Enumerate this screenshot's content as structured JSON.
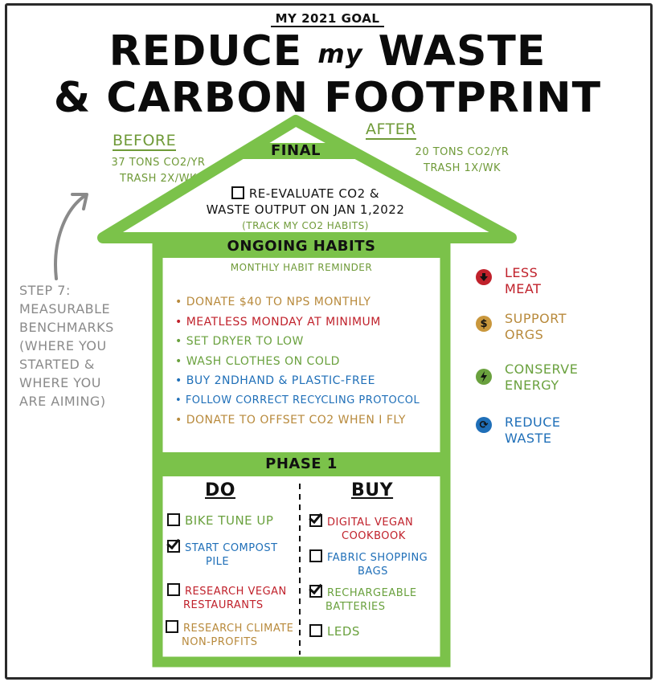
{
  "header": {
    "eyebrow": "MY 2021 GOAL",
    "title_part1": "REDUCE",
    "title_my": "my",
    "title_part2": "WASTE",
    "title_line2": "& CARBON FOOTPRINT"
  },
  "benchmarks": {
    "before_label": "BEFORE",
    "before_line1": "37 TONS CO2/YR",
    "before_line2": "TRASH 2x/WK",
    "after_label": "AFTER",
    "after_line1": "20 TONS CO2/YR",
    "after_line2": "TRASH 1x/WK"
  },
  "side_note": {
    "lines": [
      "STEP 7:",
      "MEASURABLE",
      "BENCHMARKS",
      "(WHERE YOU",
      "STARTED &",
      "WHERE YOU",
      "ARE AIMING)"
    ]
  },
  "final": {
    "heading": "FINAL",
    "line1": "RE-EVALUATE CO2 &",
    "line2": "WASTE OUTPUT on JAN 1,2022",
    "note": "(TRACK MY CO2 HABITS)"
  },
  "ongoing": {
    "heading": "ONGOING HABITS",
    "subheading": "MONTHLY HABIT REMINDER",
    "habits": [
      "DONATE $40 TO NPs MONTHLY",
      "MEATLESS MONDAY at MINIMUM",
      "SET DRYER TO LOW",
      "WASH CLOTHES on COLD",
      "BUY 2ndhand & PLASTIC-FREE",
      "FOLLOW CORRECT RECYCLING PROTOCOL",
      "DONATE TO OFFSET CO2 WHEN I FLY"
    ]
  },
  "phase": {
    "heading": "PHASE 1",
    "do_heading": "DO",
    "buy_heading": "BUY",
    "do_items": [
      {
        "line1": "BIKE TUNE UP",
        "line2": ""
      },
      {
        "line1": "START COMPOST",
        "line2": "PILE"
      },
      {
        "line1": "RESEARCH VEGAN",
        "line2": "RESTAURANTS"
      },
      {
        "line1": "RESEARCH CLIMATE",
        "line2": "NON-PROFITS"
      }
    ],
    "buy_items": [
      {
        "line1": "DIGITAL VEGAN",
        "line2": "COOKBOOK"
      },
      {
        "line1": "FABRIC SHOPPING",
        "line2": "BAGS"
      },
      {
        "line1": "RECHARGEABLE",
        "line2": "BATTERIES"
      },
      {
        "line1": "LEDS",
        "line2": ""
      }
    ]
  },
  "legend": {
    "items": [
      {
        "line1": "LESS",
        "line2": "MEAT",
        "icon": "down-arrow-icon"
      },
      {
        "line1": "SUPPORT",
        "line2": "ORGS",
        "icon": "dollar-icon"
      },
      {
        "line1": "CONSERVE",
        "line2": "ENERGY",
        "icon": "lightning-icon"
      },
      {
        "line1": "REDUCE",
        "line2": "WASTE",
        "icon": "recycle-icon"
      }
    ]
  },
  "colors": {
    "house_green": "#7bc24a",
    "less_meat": "#c0212b",
    "support_orgs": "#b88a3c",
    "conserve_energy": "#6aa13e",
    "reduce_waste": "#1f6fb8"
  }
}
